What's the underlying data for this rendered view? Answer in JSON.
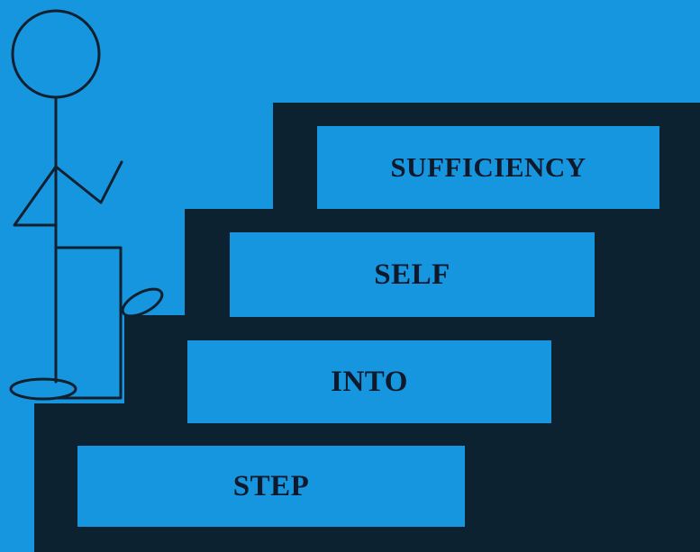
{
  "diagram": {
    "steps": [
      {
        "label": "STEP"
      },
      {
        "label": "INTO"
      },
      {
        "label": "SELF"
      },
      {
        "label": "SUFFICIENCY"
      }
    ],
    "colors": {
      "background": "#1796e0",
      "staircase": "#0d2231",
      "text": "#0e1a2c",
      "figure_stroke": "#10202e"
    },
    "icons": {
      "figure": "stick-figure-climbing-icon"
    }
  }
}
